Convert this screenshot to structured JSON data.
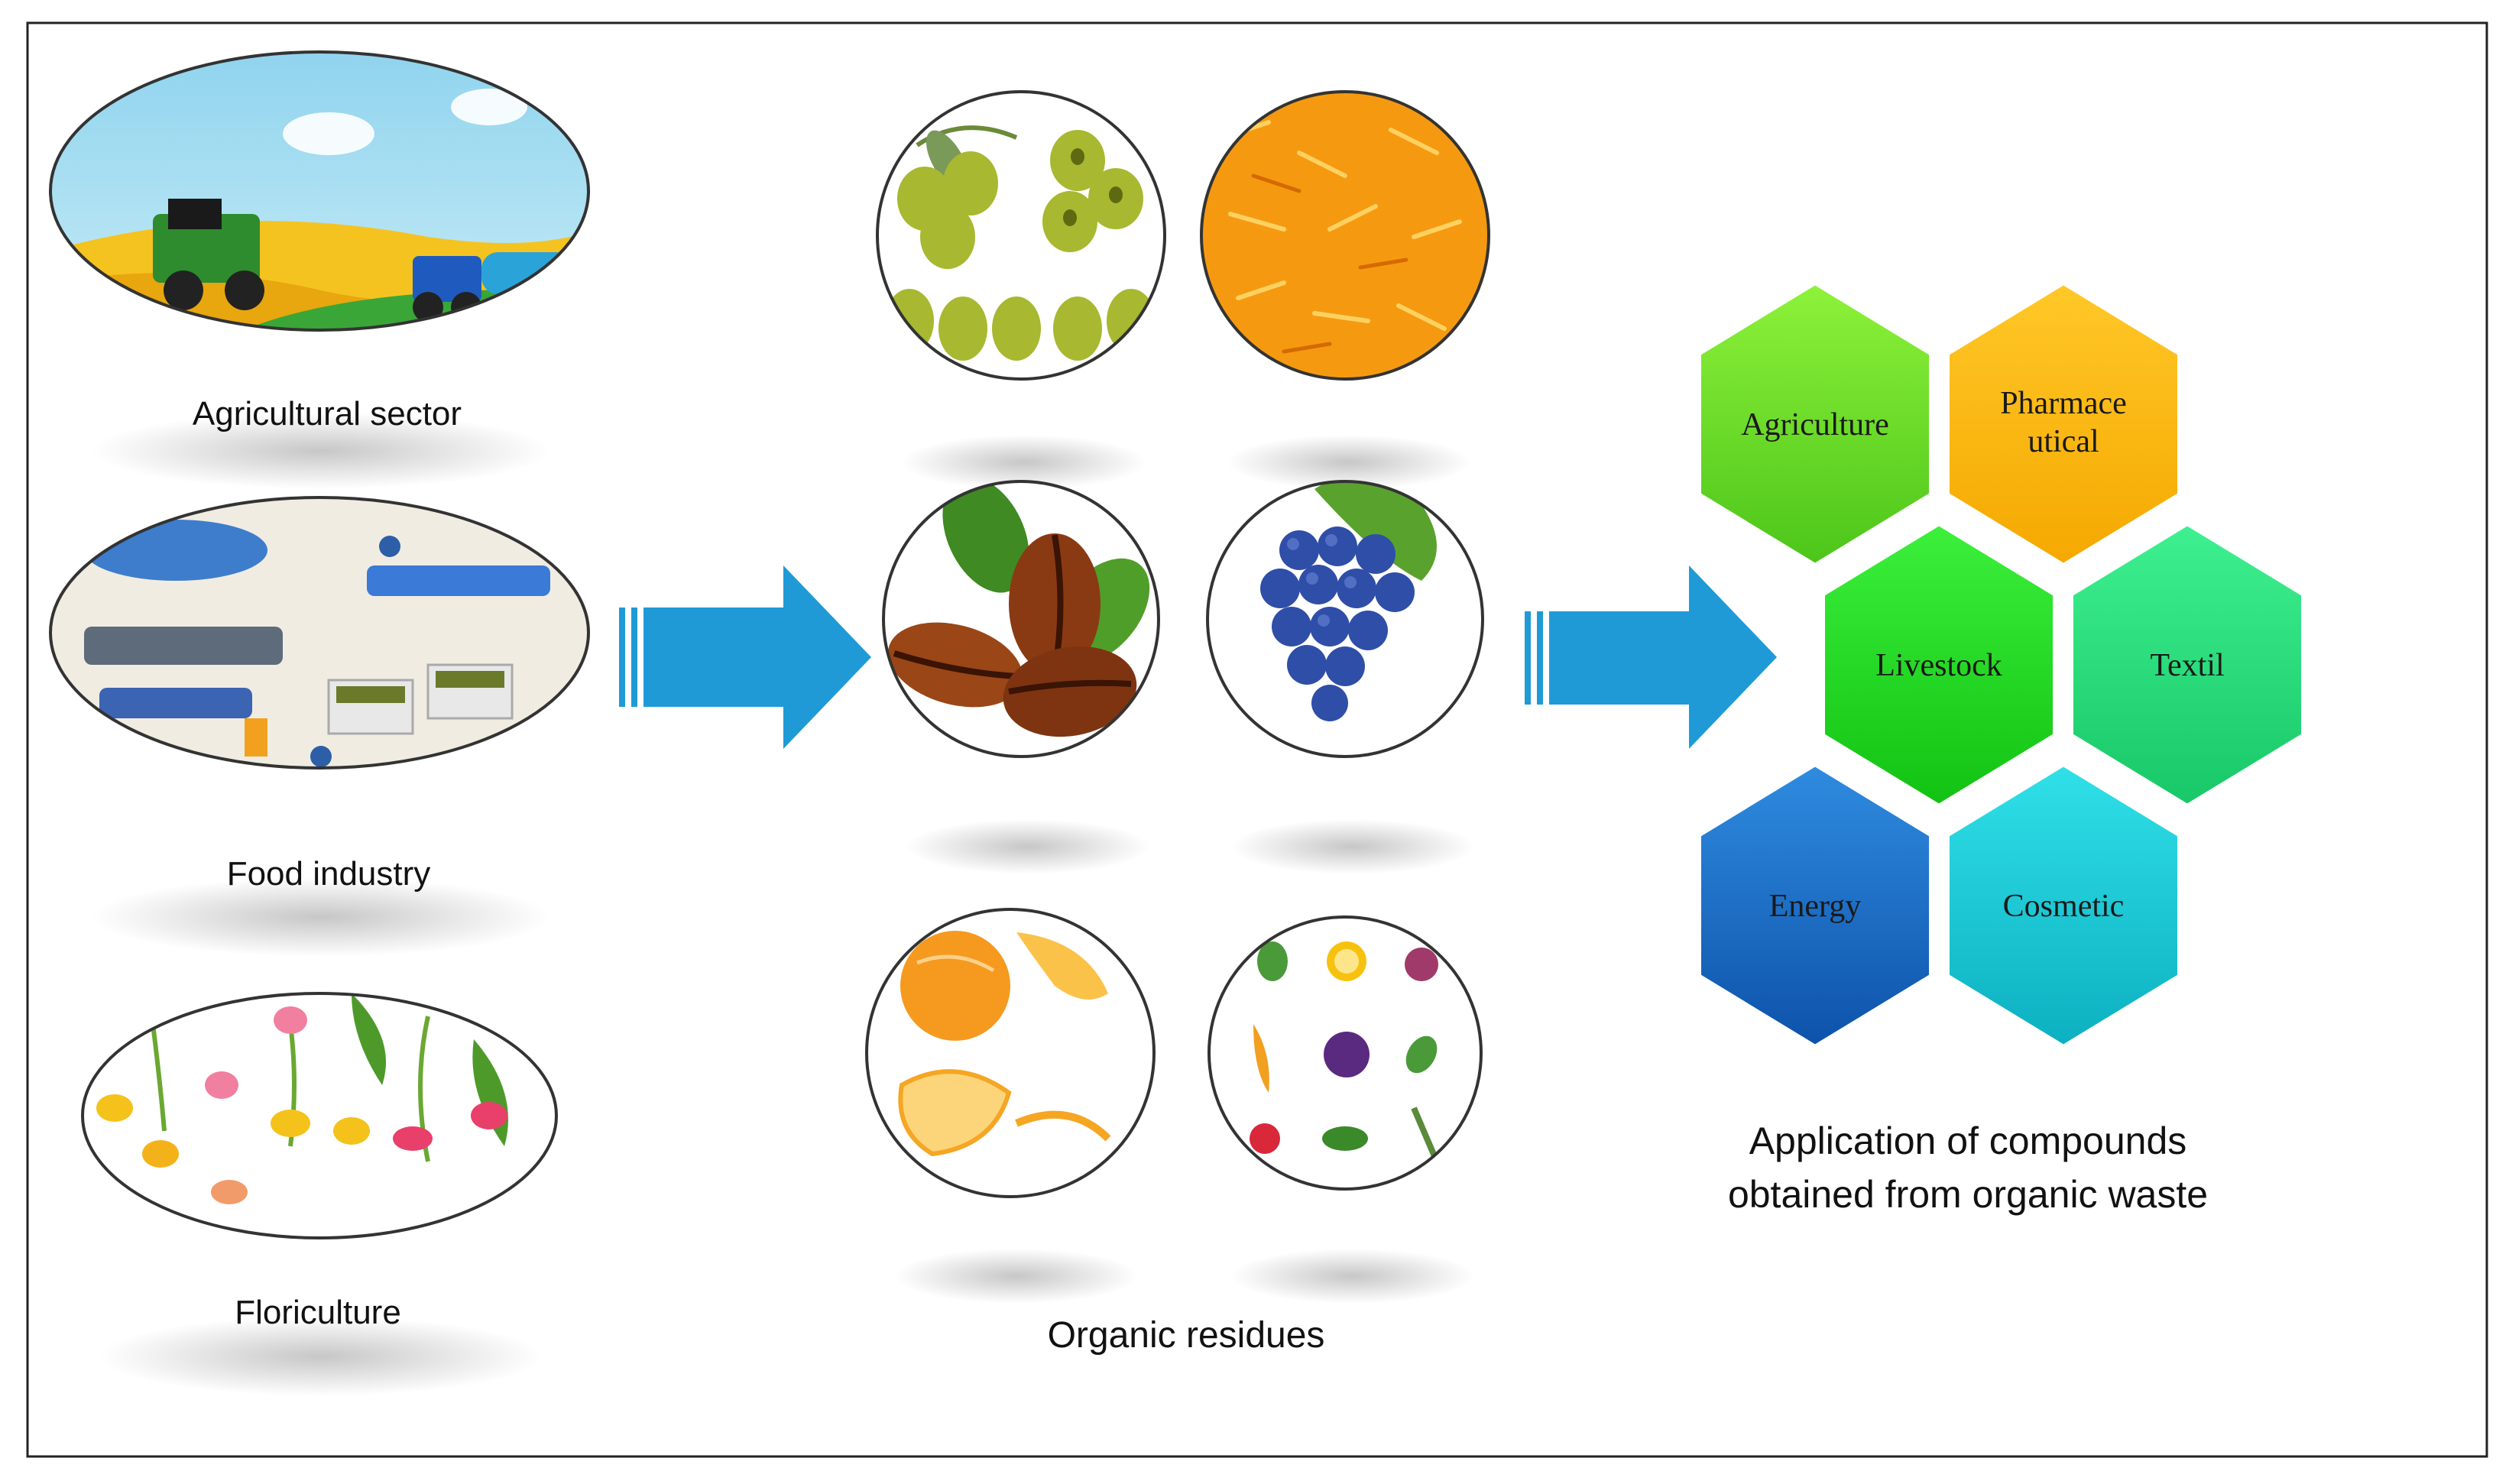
{
  "sources": [
    {
      "label": "Agricultural sector",
      "icon": "agriculture-scene-icon"
    },
    {
      "label": "Food industry",
      "icon": "factory-scene-icon"
    },
    {
      "label": "Floriculture",
      "icon": "flowers-scene-icon"
    }
  ],
  "residues": {
    "label": "Organic residues",
    "items": [
      {
        "icon": "olives-icon"
      },
      {
        "icon": "orange-peel-shreds-icon"
      },
      {
        "icon": "coffee-beans-icon"
      },
      {
        "icon": "grapes-icon"
      },
      {
        "icon": "tangerine-peel-icon"
      },
      {
        "icon": "mixed-fruit-icon"
      }
    ]
  },
  "applications": {
    "caption_line1": "Application of compounds",
    "caption_line2": "obtained from organic waste",
    "hexagons": [
      {
        "label_line1": "Agriculture",
        "label_line2": "",
        "color": "#66dd22"
      },
      {
        "label_line1": "Pharmace",
        "label_line2": "utical",
        "color": "#ffbb10"
      },
      {
        "label_line1": "Livestock",
        "label_line2": "",
        "color": "#22dd22"
      },
      {
        "label_line1": "Textil",
        "label_line2": "",
        "color": "#22dd77"
      },
      {
        "label_line1": "Energy",
        "label_line2": "",
        "color": "#1a70c8"
      },
      {
        "label_line1": "Cosmetic",
        "label_line2": "",
        "color": "#15c8d0"
      }
    ]
  },
  "colors": {
    "arrow": "#1f9ad6",
    "border": "#222222"
  }
}
